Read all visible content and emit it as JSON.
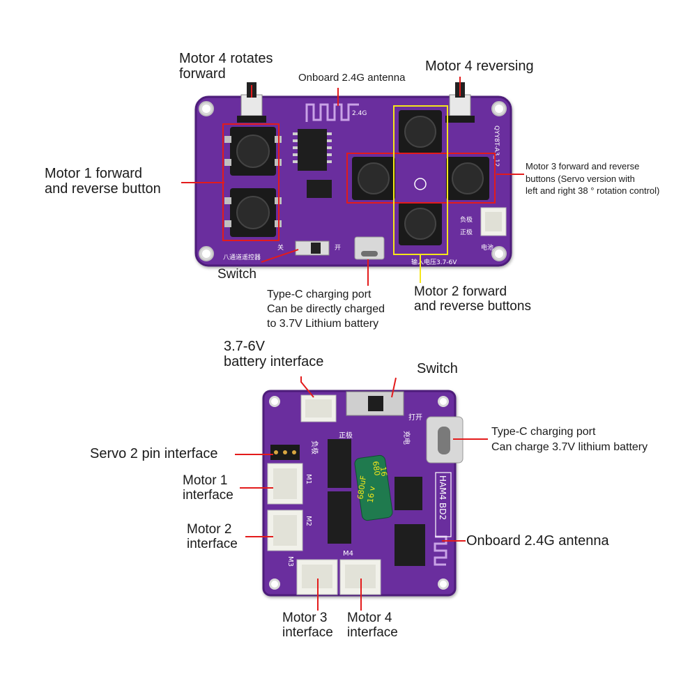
{
  "colors": {
    "pcb": "#6a2d9e",
    "pcb_edge": "#4e1d7a",
    "silkscreen": "#ffffff",
    "leader_red": "#e31b1b",
    "highlight_yellow": "#f5e61a",
    "connector_white": "#f1f1ea",
    "capacitor_green": "#1f7a4e"
  },
  "top_board": {
    "labels": {
      "motor4_forward": [
        "Motor 4 rotates",
        "forward"
      ],
      "antenna": "Onboard 2.4G antenna",
      "motor4_reverse": "Motor 4 reversing",
      "motor1_buttons": [
        "Motor 1 forward",
        "and reverse button"
      ],
      "motor3_buttons": [
        "Motor 3 forward and reverse",
        "buttons (Servo version with",
        "left and right 38 ° rotation control)"
      ],
      "switch": "Switch",
      "typec": [
        "Type-C charging port",
        "Can be directly charged",
        "to 3.7V Lithium battery"
      ],
      "motor2_buttons": [
        "Motor 2 forward",
        "and reverse buttons"
      ]
    },
    "silkscreen": {
      "switch_off": "关",
      "switch_on": "开",
      "board_name": "八通道遥控器",
      "voltage": "输入电压3.7-6V",
      "model": "QYY8T-A3_12",
      "neg": "负极",
      "pos": "正极",
      "battery": "电池",
      "ant": "2.4G"
    }
  },
  "bottom_board": {
    "labels": {
      "battery_interface": [
        "3.7-6V",
        "battery interface"
      ],
      "switch": "Switch",
      "typec": [
        "Type-C charging port",
        "Can charge 3.7V lithium battery"
      ],
      "servo": "Servo 2 pin interface",
      "motor1": [
        "Motor 1",
        "interface"
      ],
      "motor2": [
        "Motor 2",
        "interface"
      ],
      "antenna": "Onboard 2.4G antenna",
      "motor3": [
        "Motor 3",
        "interface"
      ],
      "motor4": [
        "Motor 4",
        "interface"
      ]
    },
    "silkscreen": {
      "capacitor": [
        "680",
        "16",
        "680uF",
        "16 v"
      ],
      "board_id": "HAM4 BD2",
      "m1": "M1",
      "m2": "M2",
      "m3": "M3",
      "m4": "M4",
      "open": "打开",
      "charge": "充电",
      "pos": "正极",
      "neg": "负极"
    }
  }
}
